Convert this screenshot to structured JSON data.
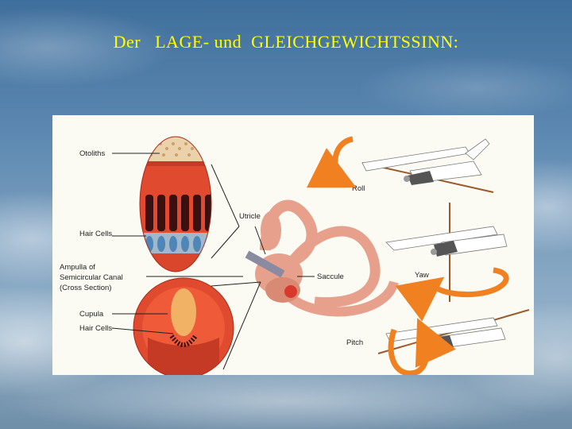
{
  "slide": {
    "title": "Der   LAGE- und  GLEICHGEWICHTSSINN:"
  },
  "diagram": {
    "labels": {
      "otoliths": "Otoliths",
      "hair_cells_top": "Hair Cells",
      "ampulla_line1": "Ampulla of",
      "ampulla_line2": "Semicircular Canal",
      "ampulla_line3": "(Cross Section)",
      "cupula": "Cupula",
      "hair_cells_bottom": "Hair Cells",
      "utricle": "Utricle",
      "saccule": "Saccule",
      "roll": "Roll",
      "yaw": "Yaw",
      "pitch": "Pitch"
    },
    "colors": {
      "title": "#ffff00",
      "tissue_red": "#e04a2e",
      "tissue_dark": "#b8321e",
      "otolith_tan": "#e6c9a0",
      "hair_cell_blue": "#6f9fc4",
      "arrow_orange": "#f08020",
      "plane_white": "#ffffff",
      "axis_brown": "#9a5a2a"
    }
  }
}
